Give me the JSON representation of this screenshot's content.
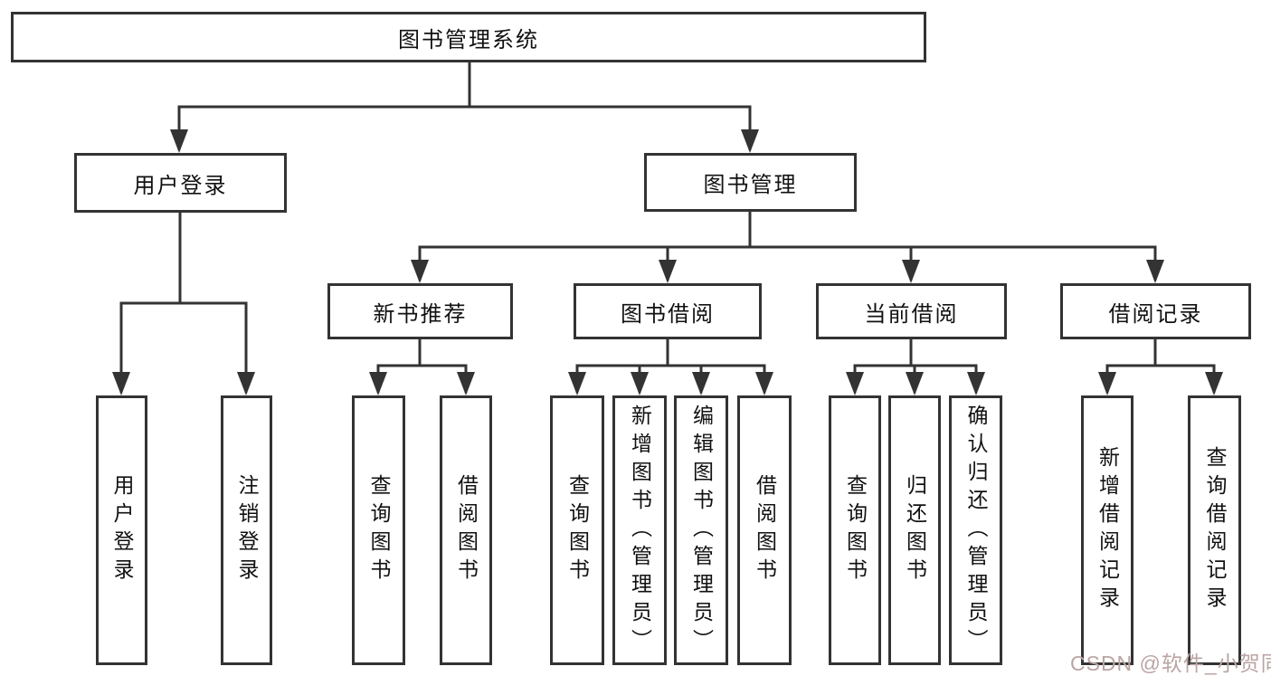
{
  "diagram": {
    "root": {
      "label": "图书管理系统"
    },
    "level2": {
      "user_login": {
        "label": "用户登录"
      },
      "book_mgmt": {
        "label": "图书管理"
      }
    },
    "level3": {
      "new_books": {
        "label": "新书推荐"
      },
      "borrowing": {
        "label": "图书借阅"
      },
      "current": {
        "label": "当前借阅"
      },
      "records": {
        "label": "借阅记录"
      }
    },
    "leaves": {
      "login": {
        "label": "用户登录"
      },
      "logout": {
        "label": "注销登录"
      },
      "nb_query": {
        "label": "查询图书"
      },
      "nb_borrow": {
        "label": "借阅图书"
      },
      "bw_query": {
        "label": "查询图书"
      },
      "bw_add": {
        "label": "新增图书（管理员）"
      },
      "bw_edit": {
        "label": "编辑图书（管理员）"
      },
      "bw_borrow": {
        "label": "借阅图书"
      },
      "cu_query": {
        "label": "查询图书"
      },
      "cu_return": {
        "label": "归还图书"
      },
      "cu_confirm": {
        "label": "确认归还（管理员）"
      },
      "rec_add": {
        "label": "新增借阅记录"
      },
      "rec_query": {
        "label": "查询借阅记录"
      }
    }
  },
  "watermark": {
    "text": "CSDN @软件_小贺同学"
  },
  "colors": {
    "line": "#333333",
    "border": "#333333",
    "text": "#111111",
    "watermark": "#bba4a4",
    "background": "#ffffff"
  }
}
